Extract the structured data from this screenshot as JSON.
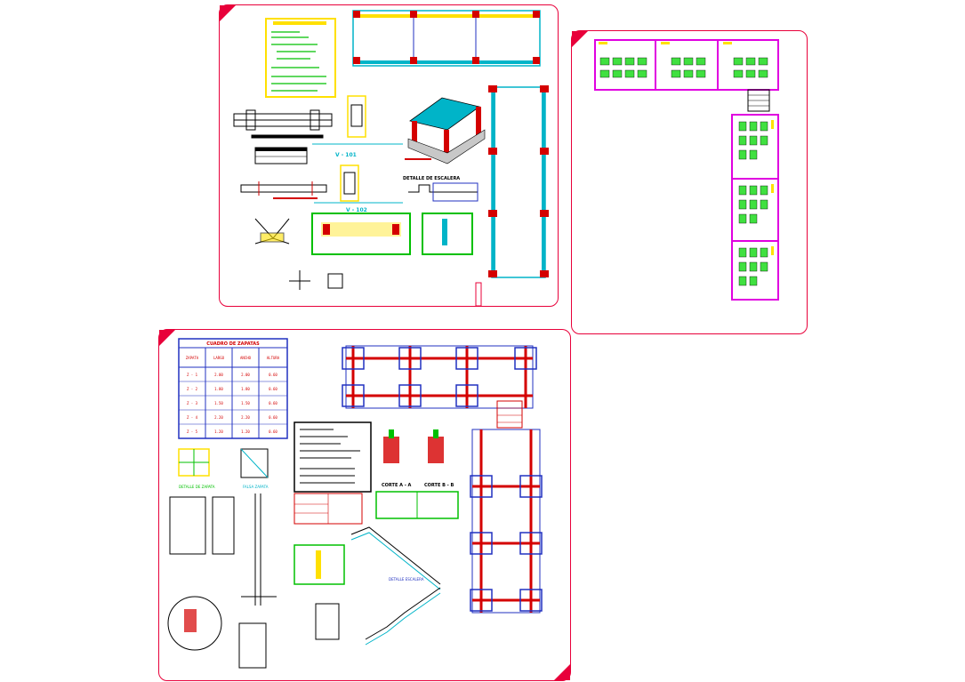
{
  "sheets": {
    "structural": {
      "section_labels": [
        "V - 101",
        "V - 102"
      ],
      "detail_titles": [
        "DETALLE DE ESCALERA"
      ],
      "notes_title": "ESPECIFICACIONES TECNICAS"
    },
    "architecture": {
      "rooms": 6
    },
    "foundations": {
      "table": {
        "title": "CUADRO DE ZAPATAS",
        "headers": [
          "ZAPATA",
          "LARGO",
          "ANCHO",
          "ALTURA"
        ],
        "rows": [
          [
            "Z - 1",
            "2.00",
            "2.00",
            "0.60"
          ],
          [
            "Z - 2",
            "1.80",
            "1.80",
            "0.60"
          ],
          [
            "Z - 3",
            "1.50",
            "1.50",
            "0.60"
          ],
          [
            "Z - 4",
            "2.20",
            "2.20",
            "0.60"
          ],
          [
            "Z - 5",
            "1.20",
            "1.20",
            "0.60"
          ]
        ]
      },
      "cut_labels": [
        "CORTE A - A",
        "CORTE B - B"
      ],
      "detail_labels": [
        "DETALLE ESCALERA",
        "DETALLE DE ZAPATA",
        "FALSA ZAPATA"
      ]
    }
  },
  "colors": {
    "border": "#e8003a",
    "column": "#d40000",
    "beam": "#00b4c8",
    "green": "#00c000",
    "yellow": "#ffe000",
    "blue": "#2030c0",
    "magenta": "#e000e0",
    "desk": "#40e040"
  }
}
